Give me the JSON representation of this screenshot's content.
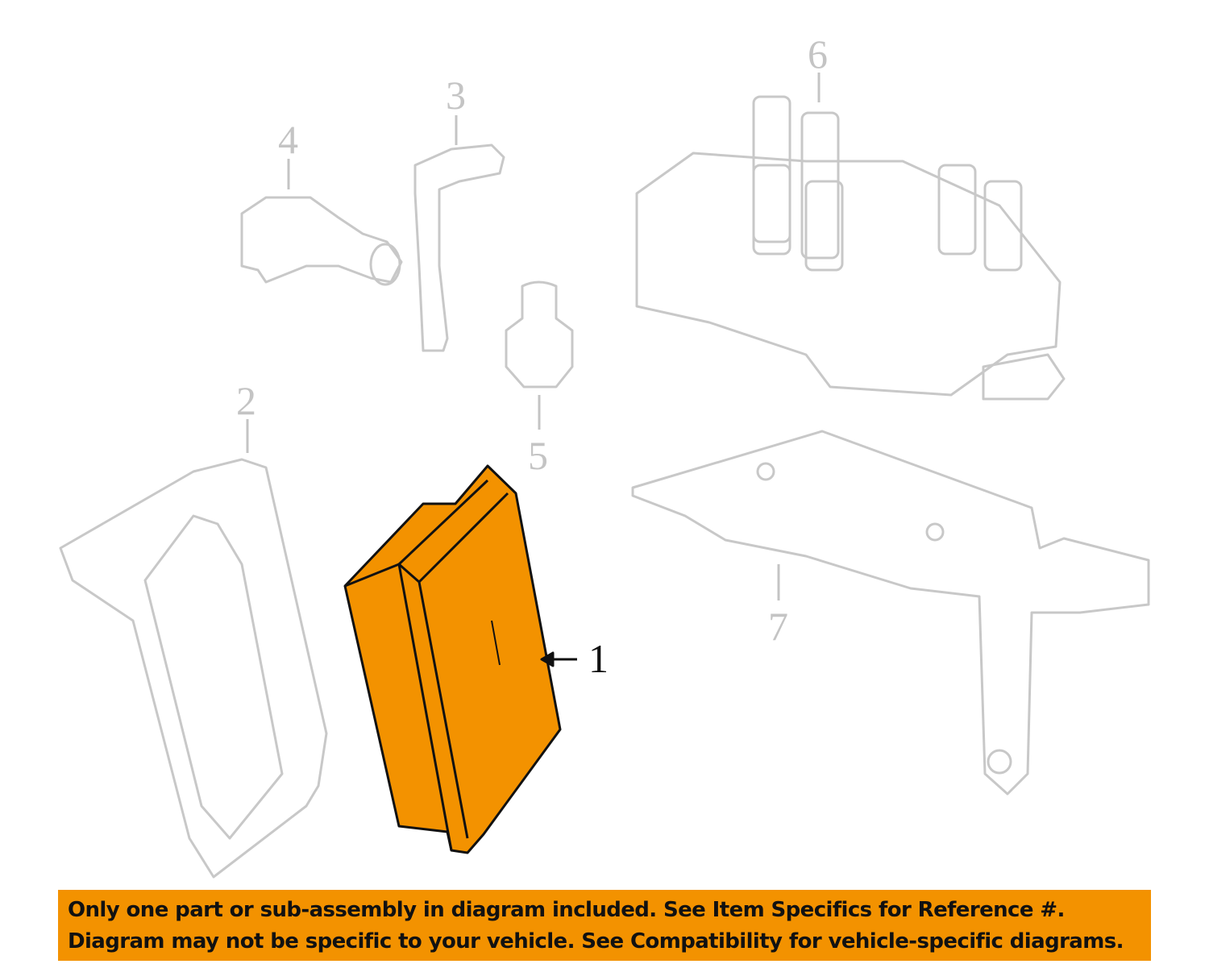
{
  "callouts": {
    "p1": "1",
    "p2": "2",
    "p3": "3",
    "p4": "4",
    "p5": "5",
    "p6": "6",
    "p7": "7"
  },
  "colors": {
    "highlight": "#f39200",
    "ghost": "#c8c8c8"
  },
  "banner": {
    "line1": "Only one part or sub-assembly in diagram included. See Item Specifics for Reference #.",
    "line2": "Diagram may not be specific to your vehicle. See Compatibility for vehicle-specific diagrams."
  }
}
